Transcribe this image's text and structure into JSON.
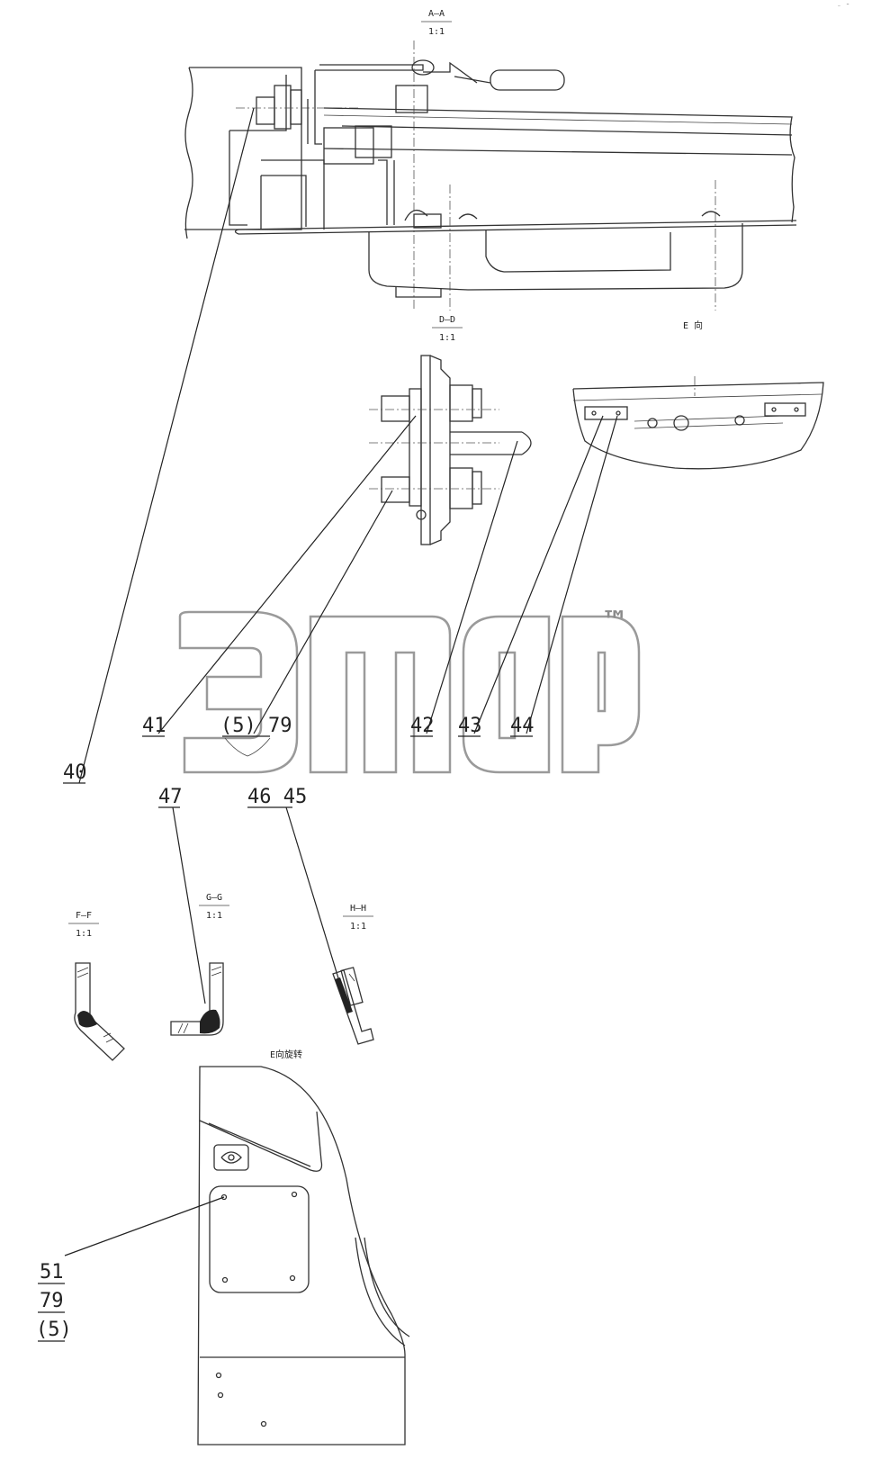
{
  "sections": {
    "aa": {
      "title": "A—A",
      "scale": "1:1"
    },
    "dd": {
      "title": "D—D",
      "scale": "1:1"
    },
    "ee": {
      "title": "E  向"
    },
    "ff": {
      "title": "F—F",
      "scale": "1:1"
    },
    "gg": {
      "title": "G—G",
      "scale": "1:1"
    },
    "hh": {
      "title": "H—H",
      "scale": "1:1"
    },
    "ee_rot": {
      "title": "E向旋转"
    }
  },
  "callouts": {
    "c40": "40",
    "c41": "41",
    "c5_79": "(5) 79",
    "c42": "42",
    "c43": "43",
    "c44": "44",
    "c47": "47",
    "c46_45": "46 45",
    "stack": [
      "51",
      "79",
      "(5)"
    ]
  },
  "watermark": {
    "text": "ЭТАР",
    "tm": "™"
  }
}
